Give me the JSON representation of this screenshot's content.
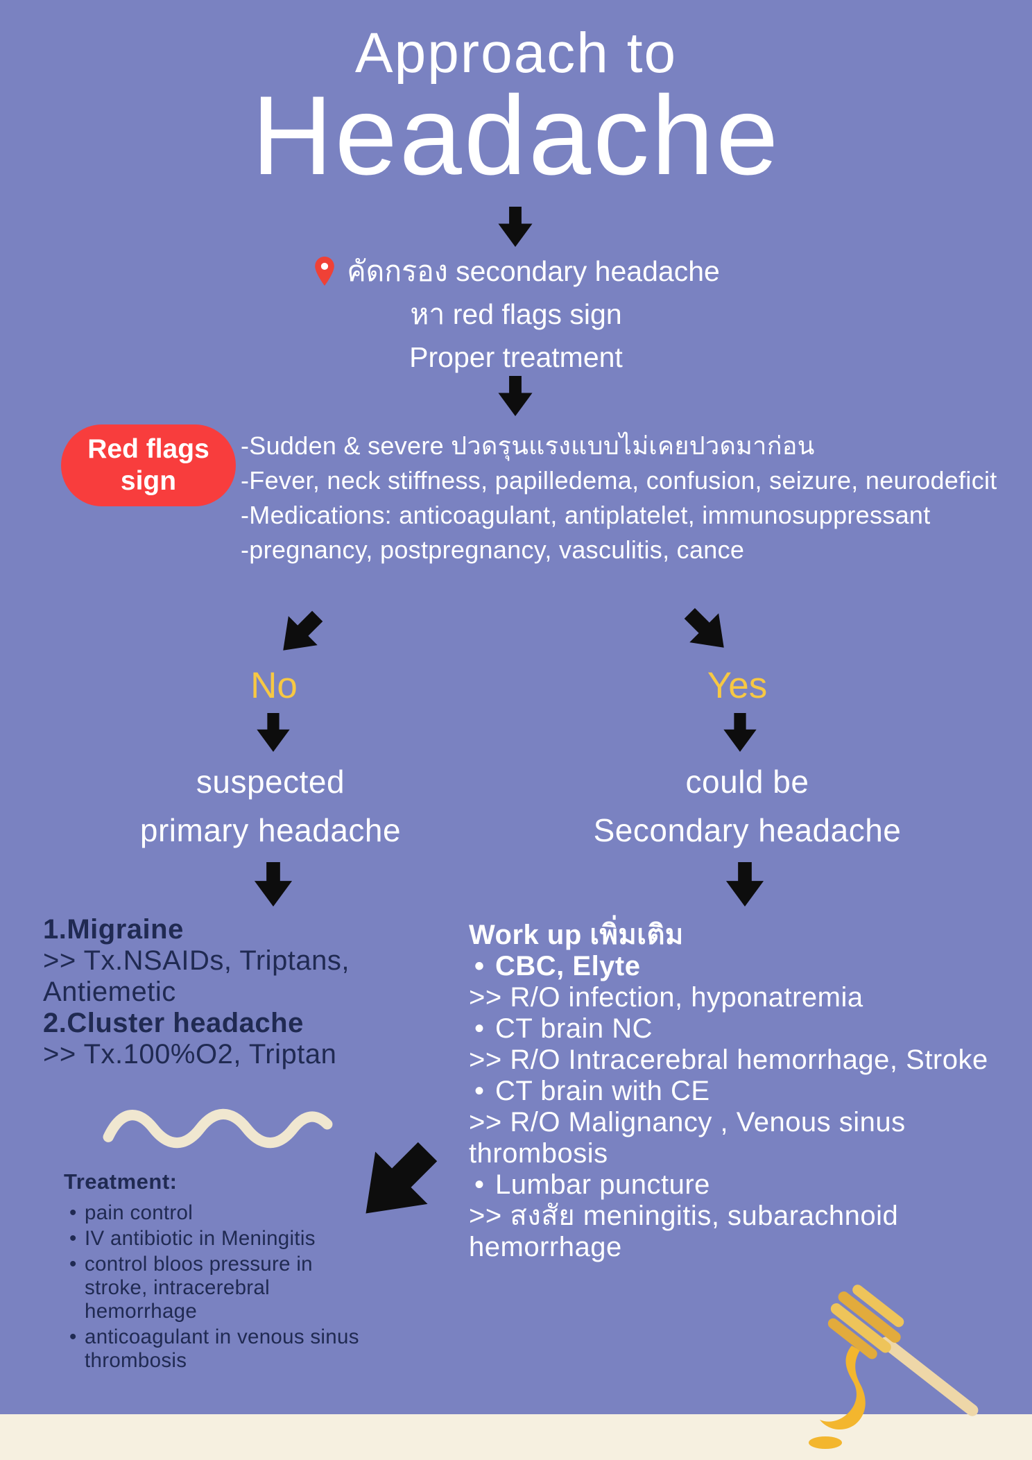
{
  "theme": {
    "background": "#7a82c1",
    "cream": "#f6f0e0",
    "red": "#f83d3d",
    "yellow": "#f7c843",
    "navy": "#202a52",
    "arrow_black": "#0d0d0d",
    "text_white": "#ffffff"
  },
  "title": {
    "line_small": "Approach to",
    "line_big": "Headache"
  },
  "screening": {
    "line1": "คัดกรอง secondary headache",
    "line2": "หา red flags sign",
    "line3": "Proper treatment"
  },
  "red_flags": {
    "badge": "Red flags sign",
    "items": [
      "-Sudden & severe ปวดรุนแรงแบบไม่เคยปวดมาก่อน",
      "-Fever, neck stiffness, papilledema, confusion, seizure, neurodeficit",
      "-Medications: anticoagulant, antiplatelet, immunosuppressant",
      "-pregnancy, postpregnancy, vasculitis, cance"
    ]
  },
  "branch_no": {
    "label": "No",
    "heading1": "suspected",
    "heading2": "primary headache"
  },
  "branch_yes": {
    "label": "Yes",
    "heading1": "could be",
    "heading2": "Secondary headache"
  },
  "primary_headache": {
    "lines": [
      {
        "text": "1.Migraine",
        "bold": true
      },
      {
        "text": ">> Tx.NSAIDs, Triptans, Antiemetic",
        "bold": false
      },
      {
        "text": "2.Cluster headache",
        "bold": true
      },
      {
        "text": ">> Tx.100%O2, Triptan",
        "bold": false
      }
    ]
  },
  "workup": {
    "title": "Work up เพิ่มเติม",
    "lines": [
      {
        "text": "CBC, Elyte",
        "style": "bullet-bold"
      },
      {
        "text": ">> R/O infection, hyponatremia",
        "style": "plain"
      },
      {
        "text": "CT brain NC",
        "style": "bullet"
      },
      {
        "text": ">> R/O Intracerebral hemorrhage, Stroke",
        "style": "plain"
      },
      {
        "text": "CT brain with CE",
        "style": "bullet"
      },
      {
        "text": ">> R/O Malignancy , Venous sinus thrombosis",
        "style": "plain"
      },
      {
        "text": "Lumbar puncture",
        "style": "bullet"
      },
      {
        "text": ">> สงสัย meningitis, subarachnoid hemorrhage",
        "style": "plain"
      }
    ]
  },
  "treatment": {
    "title": "Treatment:",
    "items": [
      "pain control",
      "IV antibiotic in Meningitis",
      "control bloos pressure in stroke, intracerebral hemorrhage",
      "anticoagulant in venous sinus thrombosis"
    ]
  }
}
